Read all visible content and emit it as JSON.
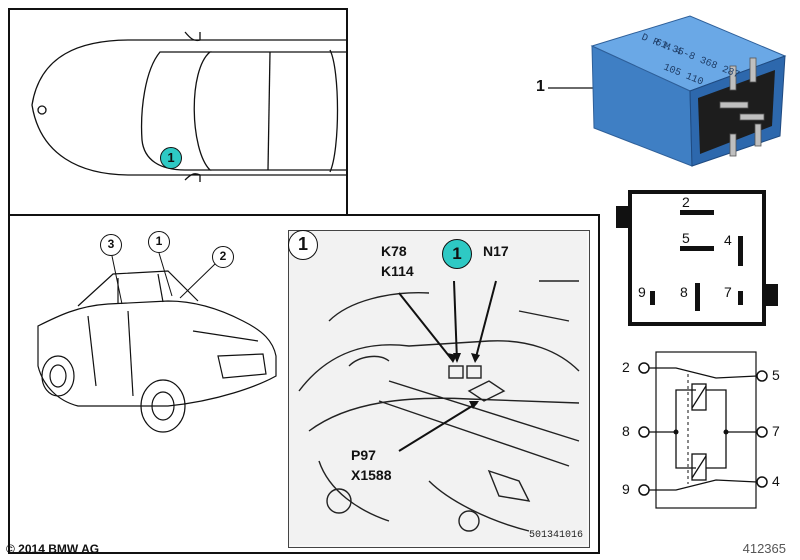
{
  "colors": {
    "relay_blue": "#4a8fd6",
    "bubble_teal": "#2ec9c4",
    "line": "#111111"
  },
  "top_view": {
    "bubble": "1"
  },
  "detail": {
    "callout_circle": "1",
    "bubble": "1",
    "labels": {
      "k78": "K78",
      "k114": "K114",
      "n17": "N17",
      "p97": "P97",
      "x1588": "X1588"
    },
    "image_code": "501341016"
  },
  "car_side": {
    "callouts": [
      "3",
      "1",
      "2"
    ]
  },
  "relay": {
    "part_label": "1",
    "face_text": [
      "D R M  4",
      "61.35-8 368 287",
      "105 110"
    ]
  },
  "pinout": {
    "pins": [
      "2",
      "5",
      "4",
      "9",
      "8",
      "7"
    ]
  },
  "schematic": {
    "left_pins": [
      "2",
      "8",
      "9"
    ],
    "right_pins": [
      "5",
      "7",
      "4"
    ]
  },
  "footer": {
    "copyright": "© 2014 BMW AG",
    "ref_number": "412365"
  }
}
